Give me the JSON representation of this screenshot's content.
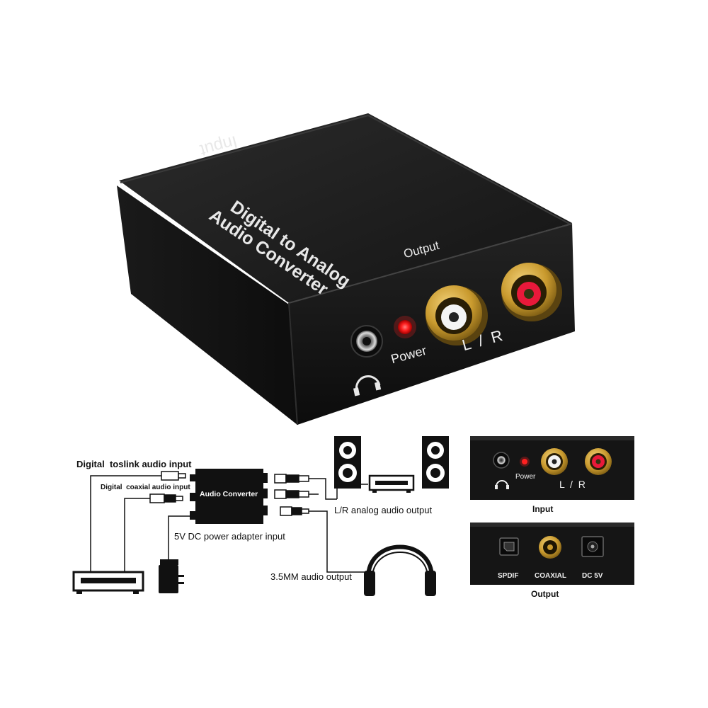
{
  "device": {
    "top_label": "Input",
    "title_line1": "Digital to Analog",
    "title_line2": "Audio Converter",
    "output_label": "Output",
    "power_label": "Power",
    "lr_label": "L  /  R"
  },
  "diagram": {
    "toslink_label": "Digital  toslink audio input",
    "coaxial_label": "Digital  coaxial audio input",
    "converter_label": "Audio Converter",
    "power_adapter_label": "5V DC power adapter input",
    "lr_output_label": "L/R analog audio output",
    "headphone_output_label": "3.5MM audio output"
  },
  "panels": {
    "front": {
      "power_label": "Power",
      "lr_label": "L  /  R",
      "caption": "Input"
    },
    "back": {
      "spdif_label": "SPDIF",
      "coaxial_label": "COAXIAL",
      "dc_label": "DC 5V",
      "caption": "Output"
    }
  },
  "colors": {
    "device_body": "#1c1c1c",
    "gold": "#c99a2e",
    "red_led": "#ff2020"
  }
}
